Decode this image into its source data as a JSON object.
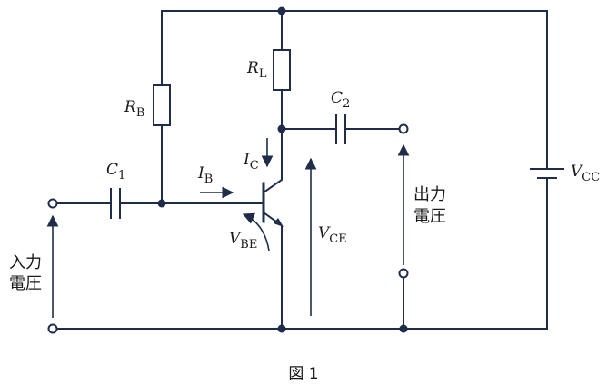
{
  "labels": {
    "rb": {
      "main": "R",
      "sub": "B"
    },
    "rl": {
      "main": "R",
      "sub": "L"
    },
    "c1": {
      "main": "C",
      "sub": "1"
    },
    "c2": {
      "main": "C",
      "sub": "2"
    },
    "ib": {
      "main": "I",
      "sub": "B"
    },
    "ic": {
      "main": "I",
      "sub": "C"
    },
    "vbe": {
      "main": "V",
      "sub": "BE"
    },
    "vce": {
      "main": "V",
      "sub": "CE"
    },
    "vcc": {
      "main": "V",
      "sub": "CC"
    }
  },
  "input_label": [
    "入力",
    "電圧"
  ],
  "output_label": [
    "出力",
    "電圧"
  ],
  "caption": "図 1"
}
